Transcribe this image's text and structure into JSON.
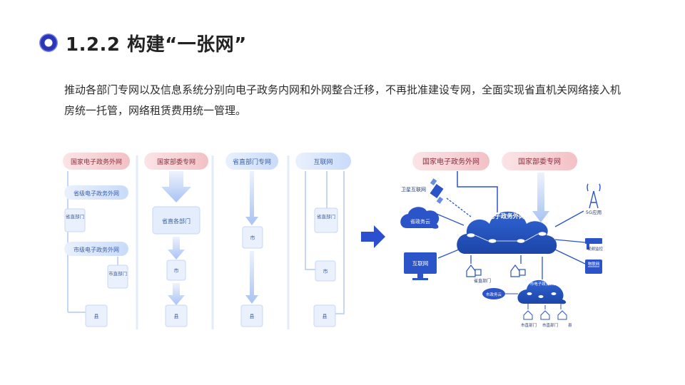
{
  "title": "1.2.2 构建“一张网”",
  "description": "推动各部门专网以及信息系统分别向电子政务内网和外网整合迁移，不再批准建设专网，全面实现省直机关网络接入机房统一托管，网络租赁费用统一管理。",
  "before": {
    "col1": {
      "header": "国家电子政务外网",
      "provincial": "省级电子政务外网",
      "prov_dept": "省直部门",
      "city": "市级电子政务外网",
      "city_dept": "市直部门",
      "county": "县"
    },
    "col2": {
      "header": "国家部委专网",
      "dept": "省直各部门",
      "city": "市",
      "county": "县"
    },
    "col3": {
      "header": "省直部门专网",
      "city": "市",
      "county": "县"
    },
    "col4": {
      "header": "互联网",
      "dept": "省直部门",
      "city": "市",
      "county": "县"
    }
  },
  "after": {
    "top_left": "国家电子政务外网",
    "top_right": "国家部委专网",
    "center": "省电子政务外网",
    "satellite": "卫星互联网",
    "gov_cloud": "省政务云",
    "internet": "互联网",
    "fiveg": "5G应用",
    "video": "视频监控",
    "iot": "物联网",
    "dept_left": "省直部门",
    "city_cloud": "市电子政务外网",
    "city_gov_cloud": "市政务云",
    "city_dept": "市直部门",
    "city_dept2": "市直部门",
    "county": "县"
  },
  "colors": {
    "accent": "#2b54c8",
    "light_blue": "#cfe0fb",
    "red_tint": "#f4c2c6"
  }
}
